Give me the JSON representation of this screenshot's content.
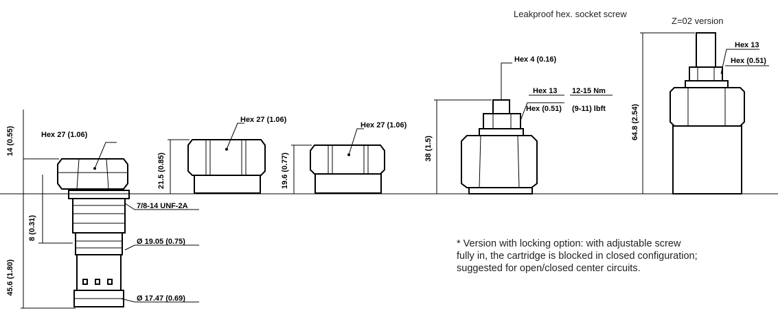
{
  "captions": {
    "leakproof": "Leakproof hex. socket screw",
    "z02": "Z=02 version"
  },
  "cartridge": {
    "hex": "Hex 27 (1.06)",
    "dim_top": "14 (0.55)",
    "dim_small": "8 (0.31)",
    "dim_body": "45.6 (1.80)",
    "thread": "7/8-14 UNF-2A",
    "dia1": "Ø 19.05 (0.75)",
    "dia2": "Ø 17.47 (0.69)"
  },
  "cap1": {
    "hex": "Hex 27 (1.06)",
    "height": "21.5 (0.85)"
  },
  "cap2": {
    "hex": "Hex 27 (1.06)",
    "height": "19.6 (0.77)"
  },
  "adjust": {
    "hex_top": "Hex 4 (0.16)",
    "hex13": "Hex 13",
    "hex_in": "Hex (0.51)",
    "torque1": "12-15 Nm",
    "torque2": "(9-11) lbft",
    "height": "38 (1.5)"
  },
  "z02": {
    "hex13": "Hex 13",
    "hex_in": "Hex (0.51)",
    "height": "64.8 (2.54)"
  },
  "note": {
    "line1": "* Version with locking option: with adjustable screw",
    "line2": "fully in, the cartridge is blocked in closed configuration;",
    "line3": "suggested for open/closed center circuits."
  }
}
